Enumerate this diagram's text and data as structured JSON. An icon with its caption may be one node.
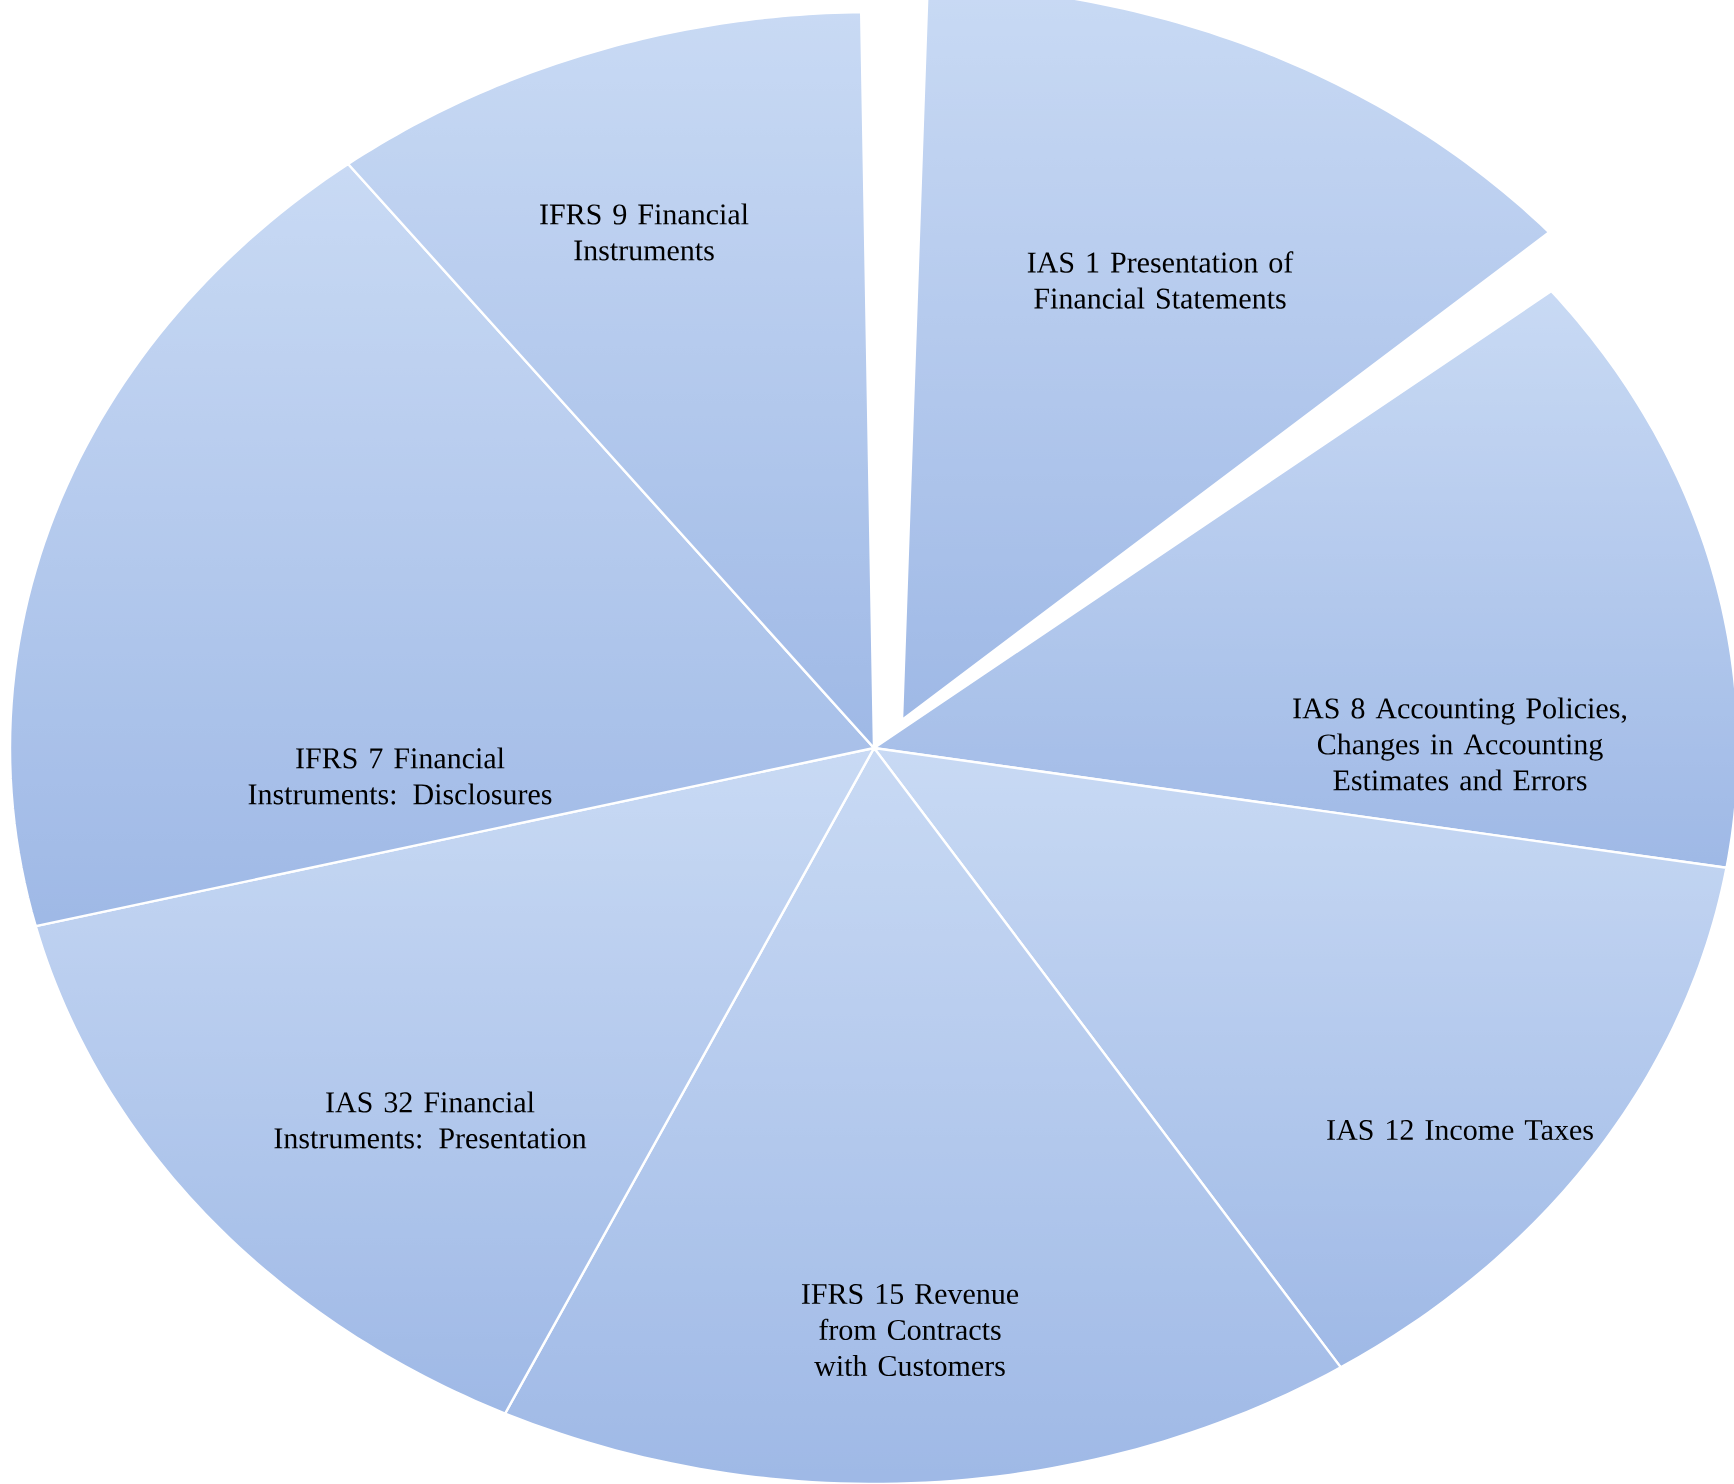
{
  "diagram": {
    "nodes": [
      {
        "text": [
          "IAS 1 Presentation of Financial Statements"
        ]
      },
      {
        "text": [
          "IAS 8 Accounting Policies, Changes in Accounting Estimates and Errors"
        ]
      },
      {
        "text": [
          "IAS 12 Income Taxes"
        ]
      },
      {
        "text": [
          "IFRS 15 Revenue from Contracts with Customers"
        ]
      },
      {
        "text": [
          "IAS 32 Financial Instruments: Presentation"
        ]
      },
      {
        "text": [
          "IFRS 7 Financial Instruments: Disclosures"
        ]
      },
      {
        "text": [
          "IFRS 9 Financial Instruments"
        ]
      }
    ]
  }
}
